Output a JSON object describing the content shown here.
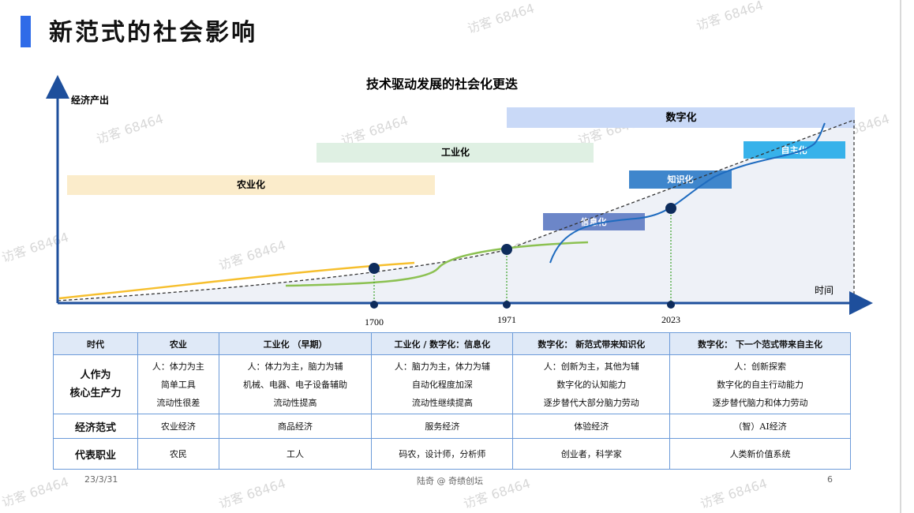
{
  "slide": {
    "title": "新范式的社会影响",
    "date": "23/3/31",
    "author": "陆奇 @ 奇绩创坛",
    "page_number": "6",
    "watermark": "访客 68464"
  },
  "diagram": {
    "title": "技术驱动发展的社会化更迭",
    "y_axis_label": "经济产出",
    "x_axis_label": "时间",
    "bands": [
      {
        "label": "农业化",
        "color": "#fbeccb"
      },
      {
        "label": "工业化",
        "color": "#dff0e3"
      },
      {
        "label": "数字化",
        "color": "#c9d9f7"
      },
      {
        "label": "信息化",
        "color": "#6c86c8"
      },
      {
        "label": "知识化",
        "color": "#3f86cc"
      },
      {
        "label": "自主化",
        "color": "#37b2ea"
      }
    ],
    "milestones": [
      "1700",
      "1971",
      "2023"
    ]
  },
  "table": {
    "headers": [
      "时代",
      "农业",
      "工业化 （早期）",
      "工业化 / 数字化：信息化",
      "数字化： 新范式带来知识化",
      "数字化： 下一个范式带来自主化"
    ],
    "rows": [
      {
        "label_lines": [
          "人作为",
          "核心生产力"
        ],
        "cells": [
          [
            "人：体力为主",
            "简单工具",
            "流动性很差"
          ],
          [
            "人：体力为主，脑力为辅",
            "机械、电器、电子设备辅助",
            "流动性提高"
          ],
          [
            "人：脑力为主，体力为辅",
            "自动化程度加深",
            "流动性继续提高"
          ],
          [
            "人：创新为主，其他为辅",
            "数字化的认知能力",
            "逐步替代大部分脑力劳动"
          ],
          [
            "人：创新探索",
            "数字化的自主行动能力",
            "逐步替代脑力和体力劳动"
          ]
        ]
      },
      {
        "label": "经济范式",
        "cells": [
          "农业经济",
          "商品经济",
          "服务经济",
          "体验经济",
          "（智）AI经济"
        ]
      },
      {
        "label": "代表职业",
        "cells": [
          "农民",
          "工人",
          "码农，设计师，分析师",
          "创业者，科学家",
          "人类新价值系统"
        ]
      }
    ]
  }
}
